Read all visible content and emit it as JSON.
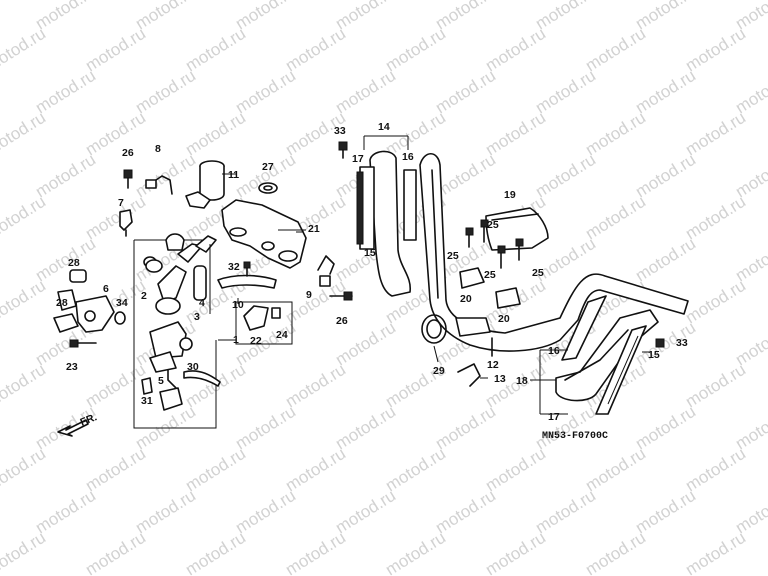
{
  "watermark": "motod.ru",
  "diagram_code": "MN53-F0700C",
  "direction_label": "FR.",
  "callouts": [
    {
      "id": "c33a",
      "text": "33"
    },
    {
      "id": "c14",
      "text": "14"
    },
    {
      "id": "c17a",
      "text": "17"
    },
    {
      "id": "c16a",
      "text": "16"
    },
    {
      "id": "c15a",
      "text": "15"
    },
    {
      "id": "c19",
      "text": "19"
    },
    {
      "id": "c26a",
      "text": "26"
    },
    {
      "id": "c8",
      "text": "8"
    },
    {
      "id": "c11",
      "text": "11"
    },
    {
      "id": "c27",
      "text": "27"
    },
    {
      "id": "c7",
      "text": "7"
    },
    {
      "id": "c21",
      "text": "21"
    },
    {
      "id": "c32",
      "text": "32"
    },
    {
      "id": "c9",
      "text": "9"
    },
    {
      "id": "c26b",
      "text": "26"
    },
    {
      "id": "c10",
      "text": "10"
    },
    {
      "id": "c22",
      "text": "22"
    },
    {
      "id": "c24",
      "text": "24"
    },
    {
      "id": "c28a",
      "text": "28"
    },
    {
      "id": "c28b",
      "text": "28"
    },
    {
      "id": "c6",
      "text": "6"
    },
    {
      "id": "c34",
      "text": "34"
    },
    {
      "id": "c23",
      "text": "23"
    },
    {
      "id": "c2",
      "text": "2"
    },
    {
      "id": "c4",
      "text": "4"
    },
    {
      "id": "c3",
      "text": "3"
    },
    {
      "id": "c1",
      "text": "1"
    },
    {
      "id": "c30",
      "text": "30"
    },
    {
      "id": "c5",
      "text": "5"
    },
    {
      "id": "c31",
      "text": "31"
    },
    {
      "id": "c25a",
      "text": "25"
    },
    {
      "id": "c25b",
      "text": "25"
    },
    {
      "id": "c25c",
      "text": "25"
    },
    {
      "id": "c25d",
      "text": "25"
    },
    {
      "id": "c20a",
      "text": "20"
    },
    {
      "id": "c20b",
      "text": "20"
    },
    {
      "id": "c16b",
      "text": "16"
    },
    {
      "id": "c15b",
      "text": "15"
    },
    {
      "id": "c33b",
      "text": "33"
    },
    {
      "id": "c18",
      "text": "18"
    },
    {
      "id": "c17b",
      "text": "17"
    },
    {
      "id": "c12",
      "text": "12"
    },
    {
      "id": "c13",
      "text": "13"
    },
    {
      "id": "c29",
      "text": "29"
    }
  ]
}
